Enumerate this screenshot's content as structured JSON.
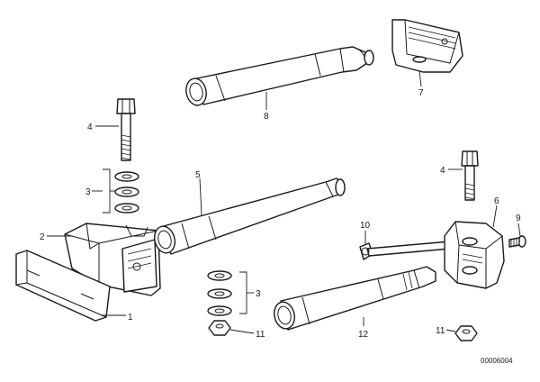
{
  "callouts": {
    "c1": "1",
    "c2": "2",
    "c3a": "3",
    "c3b": "3",
    "c4a": "4",
    "c4b": "4",
    "c5": "5",
    "c6": "6",
    "c7": "7",
    "c8": "8",
    "c9": "9",
    "c10": "10",
    "c11a": "11",
    "c11b": "11",
    "c12": "12"
  },
  "drawing_code": "00006004"
}
